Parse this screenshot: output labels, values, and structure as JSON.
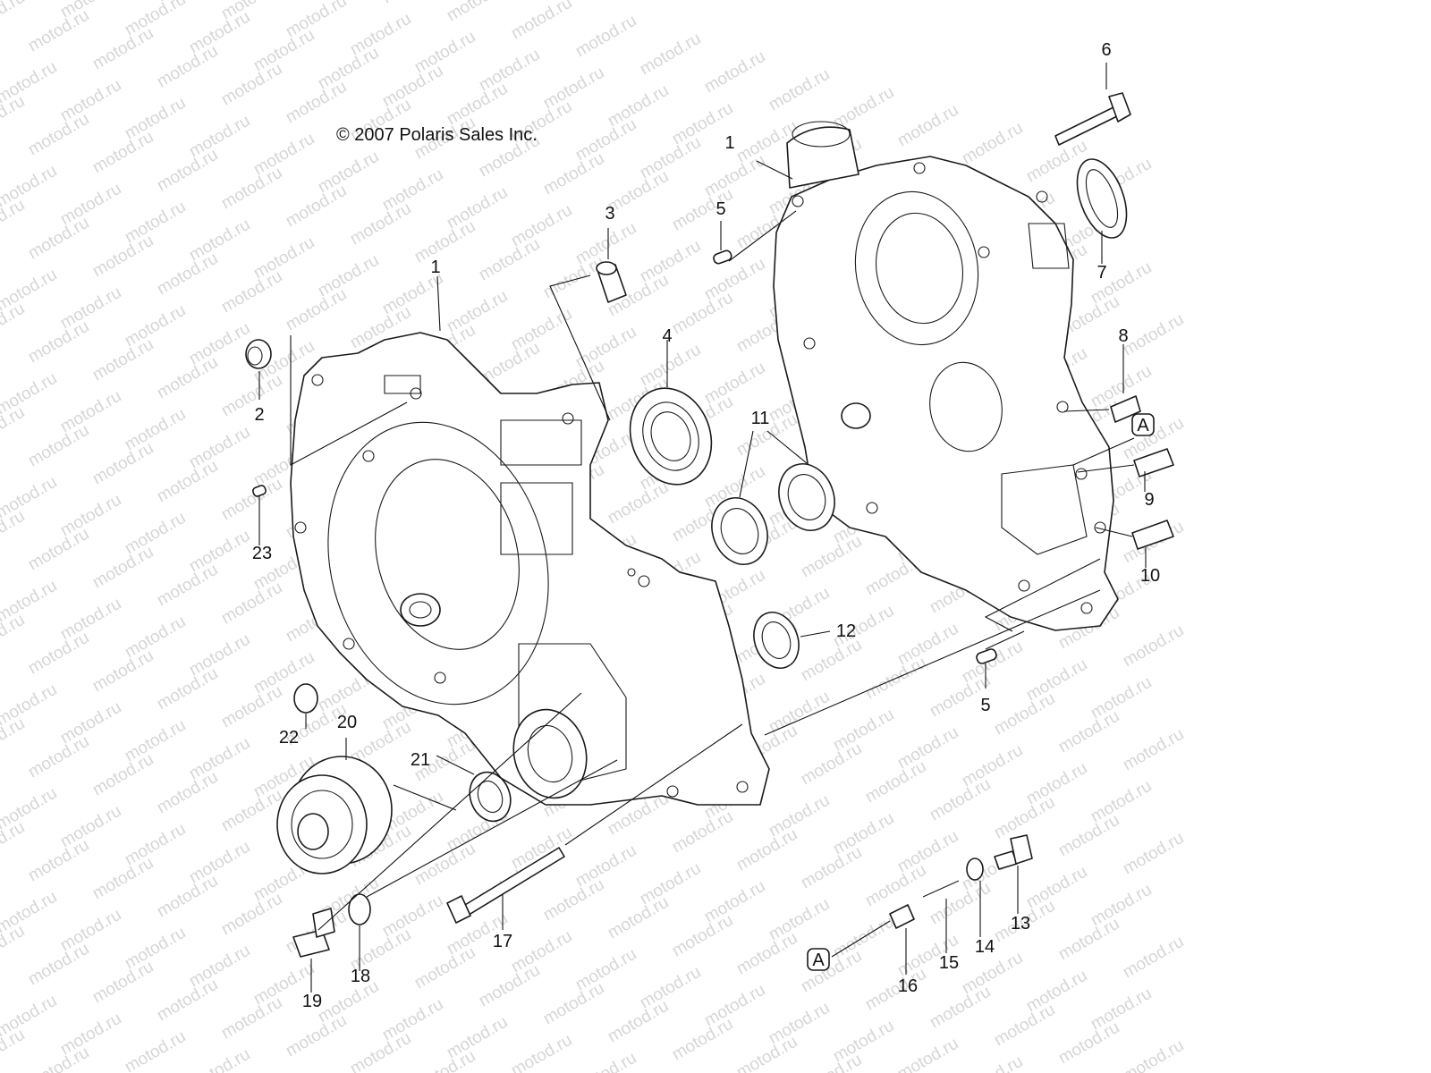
{
  "copyright": "© 2007 Polaris Sales Inc.",
  "watermark": "motod.ru",
  "callouts": [
    {
      "id": "1a",
      "text": "1"
    },
    {
      "id": "1b",
      "text": "1"
    },
    {
      "id": "2",
      "text": "2"
    },
    {
      "id": "3",
      "text": "3"
    },
    {
      "id": "4",
      "text": "4"
    },
    {
      "id": "5a",
      "text": "5"
    },
    {
      "id": "5b",
      "text": "5"
    },
    {
      "id": "6",
      "text": "6"
    },
    {
      "id": "7",
      "text": "7"
    },
    {
      "id": "8",
      "text": "8"
    },
    {
      "id": "9",
      "text": "9"
    },
    {
      "id": "10",
      "text": "10"
    },
    {
      "id": "11",
      "text": "11"
    },
    {
      "id": "12",
      "text": "12"
    },
    {
      "id": "13",
      "text": "13"
    },
    {
      "id": "14",
      "text": "14"
    },
    {
      "id": "15",
      "text": "15"
    },
    {
      "id": "16",
      "text": "16"
    },
    {
      "id": "17",
      "text": "17"
    },
    {
      "id": "18",
      "text": "18"
    },
    {
      "id": "19",
      "text": "19"
    },
    {
      "id": "20",
      "text": "20"
    },
    {
      "id": "21",
      "text": "21"
    },
    {
      "id": "22",
      "text": "22"
    },
    {
      "id": "23",
      "text": "23"
    }
  ],
  "markers": [
    {
      "id": "A1",
      "text": "A"
    },
    {
      "id": "A2",
      "text": "A"
    }
  ]
}
